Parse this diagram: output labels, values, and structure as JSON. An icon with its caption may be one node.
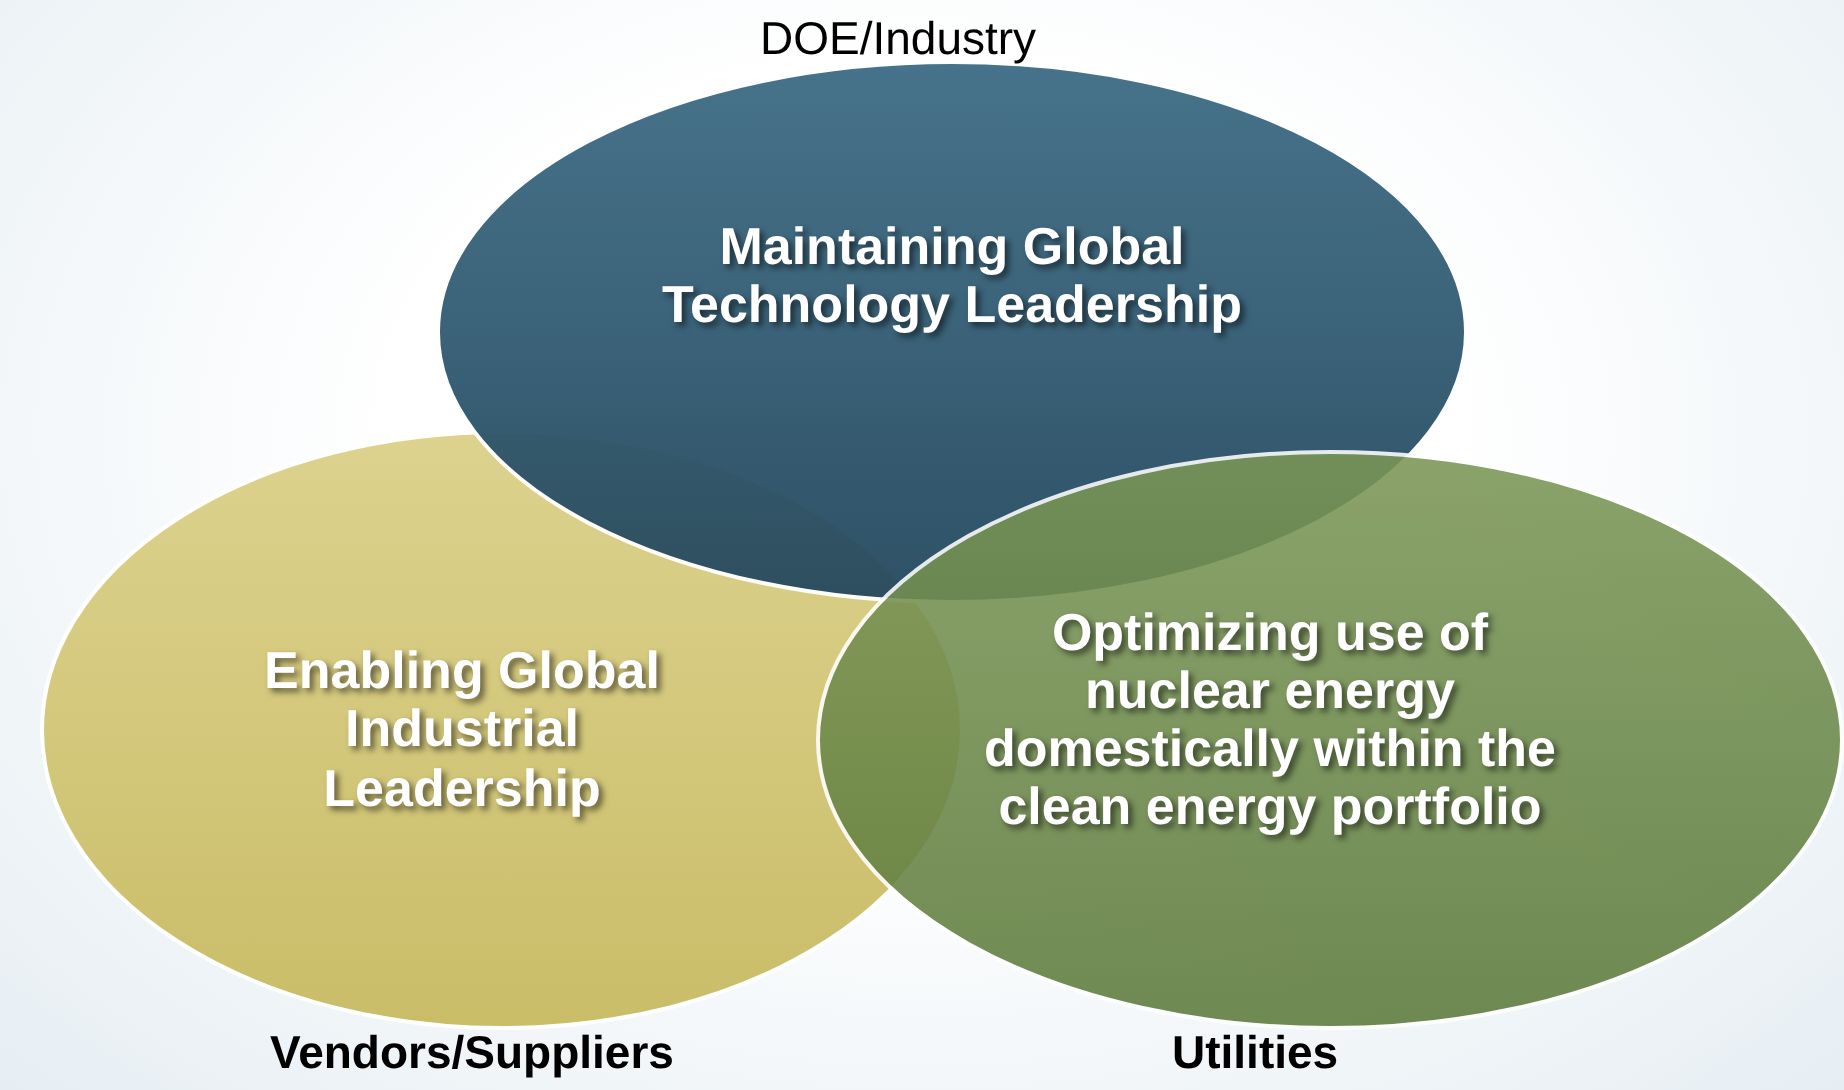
{
  "diagram": {
    "nodes": [
      {
        "text": [
          "Maintaining Global Technology Leadership"
        ],
        "beside": [
          "DOE/Industry"
        ]
      },
      {
        "text": [
          "Enabling Global Industrial Leadership"
        ],
        "beside": [
          "Vendors/Suppliers"
        ]
      },
      {
        "text": [
          "Optimizing use of nuclear energy domestically within the clean energy portfolio"
        ],
        "beside": [
          "Utilities"
        ]
      }
    ]
  }
}
